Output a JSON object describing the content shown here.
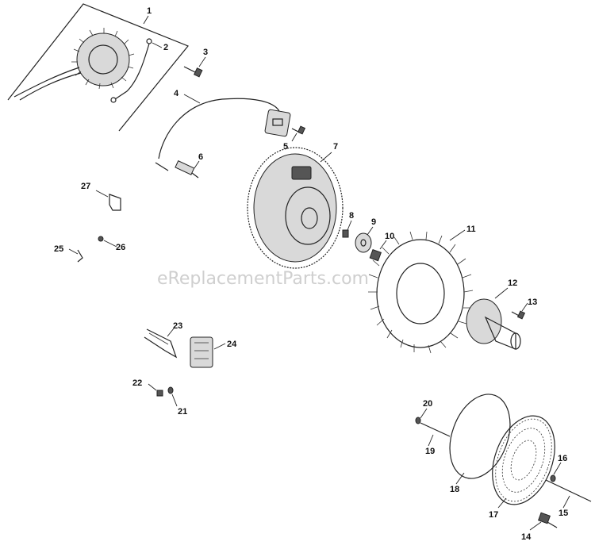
{
  "watermark": "eReplacementParts.com",
  "callouts": [
    {
      "id": 1,
      "label": "1"
    },
    {
      "id": 2,
      "label": "2"
    },
    {
      "id": 3,
      "label": "3"
    },
    {
      "id": 4,
      "label": "4"
    },
    {
      "id": 5,
      "label": "5"
    },
    {
      "id": 6,
      "label": "6"
    },
    {
      "id": 7,
      "label": "7"
    },
    {
      "id": 8,
      "label": "8"
    },
    {
      "id": 9,
      "label": "9"
    },
    {
      "id": 10,
      "label": "10"
    },
    {
      "id": 11,
      "label": "11"
    },
    {
      "id": 12,
      "label": "12"
    },
    {
      "id": 13,
      "label": "13"
    },
    {
      "id": 14,
      "label": "14"
    },
    {
      "id": 15,
      "label": "15"
    },
    {
      "id": 16,
      "label": "16"
    },
    {
      "id": 17,
      "label": "17"
    },
    {
      "id": 18,
      "label": "18"
    },
    {
      "id": 19,
      "label": "19"
    },
    {
      "id": 20,
      "label": "20"
    },
    {
      "id": 21,
      "label": "21"
    },
    {
      "id": 22,
      "label": "22"
    },
    {
      "id": 23,
      "label": "23"
    },
    {
      "id": 24,
      "label": "24"
    },
    {
      "id": 25,
      "label": "25"
    },
    {
      "id": 26,
      "label": "26"
    },
    {
      "id": 27,
      "label": "27"
    }
  ]
}
